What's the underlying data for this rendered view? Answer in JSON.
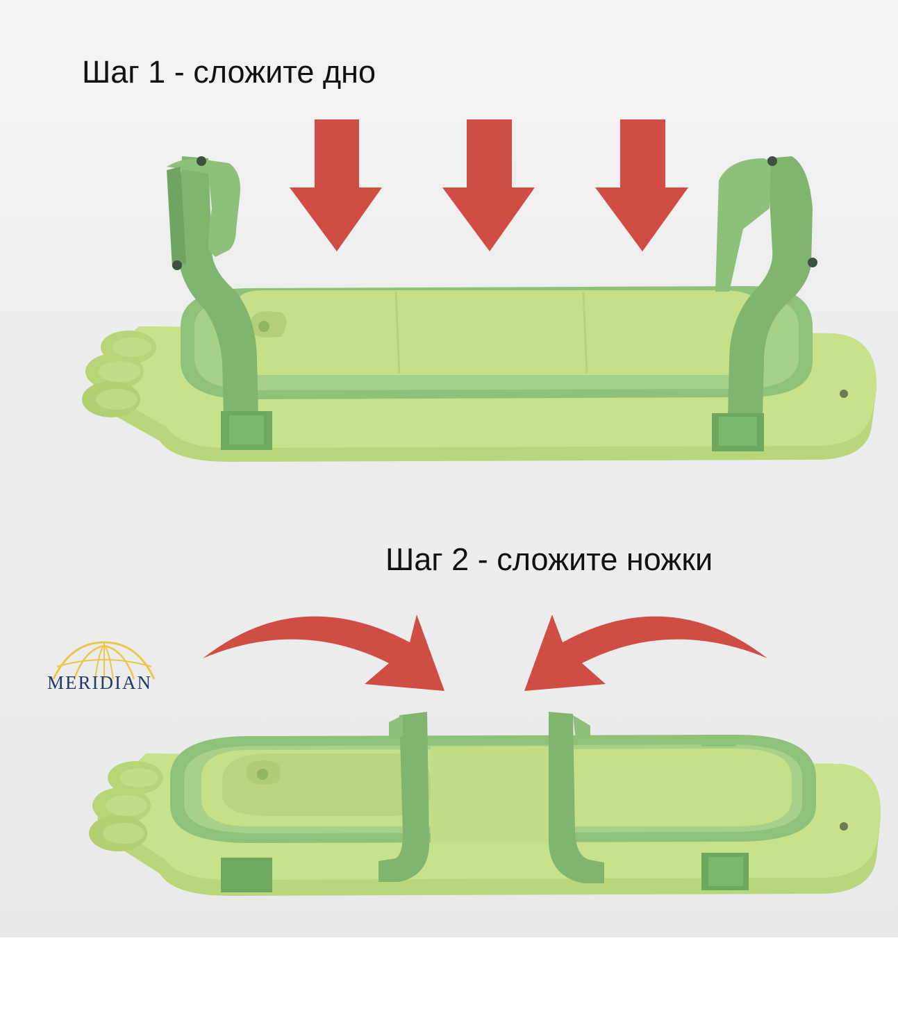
{
  "steps": [
    {
      "caption": "Шаг 1 - сложите дно"
    },
    {
      "caption": "Шаг 2 - сложите ножки"
    }
  ],
  "logo": {
    "text": "MERIDIAN"
  },
  "colors": {
    "arrow": "#cf4d44",
    "tub_light": "#c6e08a",
    "tub_mid": "#b4d277",
    "frame_green": "#7fb56f",
    "frame_dark": "#6aa05c",
    "logo_blue": "#1f3a68",
    "logo_gold": "#e7c84a"
  }
}
